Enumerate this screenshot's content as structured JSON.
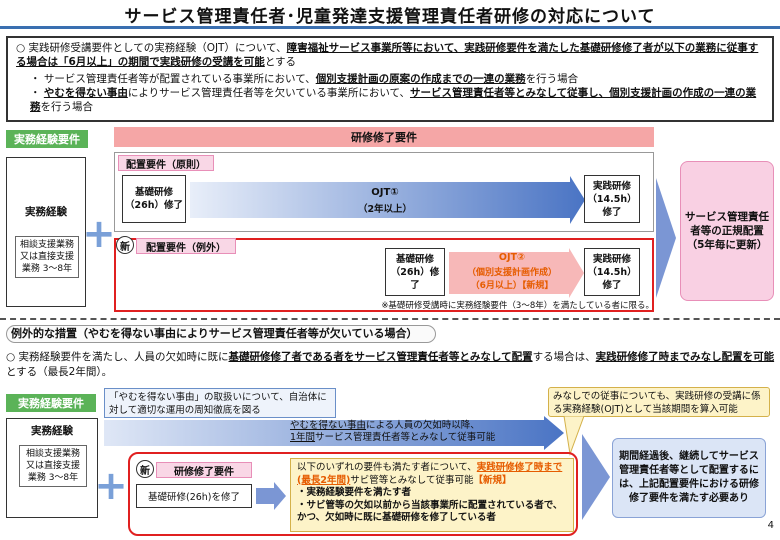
{
  "title": "サービス管理責任者･児童発達支援管理責任者研修の対応について",
  "intro": {
    "bullet": "○",
    "part1": "実践研修受講要件としての実務経験（OJT）について、",
    "part2": "障害福祉サービス事業所等において、実践研修要件を満たした基礎研修修了者が以下の業務に従事する場合は「6月以上」の期間で実践研修の受講を可能",
    "part3": "とする",
    "item1_pre": "・ サービス管理責任者等が配置されている事業所において、",
    "item1_u": "個別支援計画の原案の作成までの一連の業務",
    "item1_post": "を行う場合",
    "item2_u1": "やむを得ない事由",
    "item2_mid": "によりサービス管理責任者等を欠いている事業所において、",
    "item2_u2": "サービス管理責任者等とみなして従事し、個別支援計画の作成の一連の業務",
    "item2_post": "を行う場合"
  },
  "top": {
    "exp_req_label": "実務経験要件",
    "train_req_label": "研修修了要件",
    "exp_box_title": "実務経験",
    "exp_box_detail": "相談支援業務又は直接支援業務 3～8年",
    "plus": "+",
    "principle_label": "配置要件（原則）",
    "basic1": "基礎研修（26h）修了",
    "ojt1_line1": "OJT①",
    "ojt1_line2": "（2年以上）",
    "practice1": "実践研修（14.5h）修了",
    "new_badge": "新",
    "exception_label": "配置要件（例外）",
    "basic2": "基礎研修（26h）修了",
    "ojt2_line1": "OJT②",
    "ojt2_line2": "（個別支援計画作成）",
    "ojt2_line3": "（6月以上）【新規】",
    "practice2": "実践研修（14.5h）修了",
    "note": "※基礎研修受講時に実務経験要件（3～8年）を満たしている者に限る。",
    "result": "サービス管理責任者等の正規配置（5年毎に更新）"
  },
  "bottom": {
    "section_title": "例外的な措置（やむを得ない事由によりサービス管理責任者等が欠いている場合）",
    "bullet": "○",
    "desc_pre": "実務経験要件を満たし、人員の欠如時に既に",
    "desc_u1": "基礎研修修了者である者をサービス管理責任者等とみなして配置",
    "desc_mid": "する場合は、",
    "desc_u2": "実践研修修了時までみなし配置を可能",
    "desc_post": "とする（最長2年間）。",
    "exp_req_label": "実務経験要件",
    "callout_left": "「やむを得ない事由」の取扱いについて、自治体に対して適切な運用の周知徹底を図る",
    "callout_right": "みなしでの従事についても、実践研修の受講に係る実務経験(OJT)として当該期間を算入可能",
    "arrow_line1_u": "やむを得ない事由",
    "arrow_line1_post": "による人員の欠如時以降、",
    "arrow_line2_u": "1年間",
    "arrow_line2_post": "サービス管理責任者等とみなして従事可能",
    "exp_box_title": "実務経験",
    "exp_box_detail": "相談支援業務又は直接支援業務 3～8年",
    "plus": "+",
    "new_badge": "新",
    "train_req_label": "研修修了要件",
    "basic": "基礎研修(26h)を修了",
    "cond_pre": "以下のいずれの要件も満たす者について、",
    "cond_orange": "実践研修修了時まで(最長2年間)",
    "cond_mid": "サビ管等とみなして従事可能",
    "cond_new": "【新規】",
    "cond_i1": "・実務経験要件を満たす者",
    "cond_i2": "・サビ管等の欠如以前から当該事業所に配置されている者で、かつ、欠如時に既に基礎研修を修了している者",
    "result": "期間経過後、継続してサービス管理責任者等として配置するには、上記配置要件における研修修了要件を満たす必要あり"
  },
  "page_number": "4",
  "colors": {
    "green": "#5bb358",
    "pink": "#f5a6a6",
    "blue_arrow": "#4a74c4",
    "orange": "#e65c00",
    "red": "#e02020",
    "title_line": "#3a6fb0"
  }
}
